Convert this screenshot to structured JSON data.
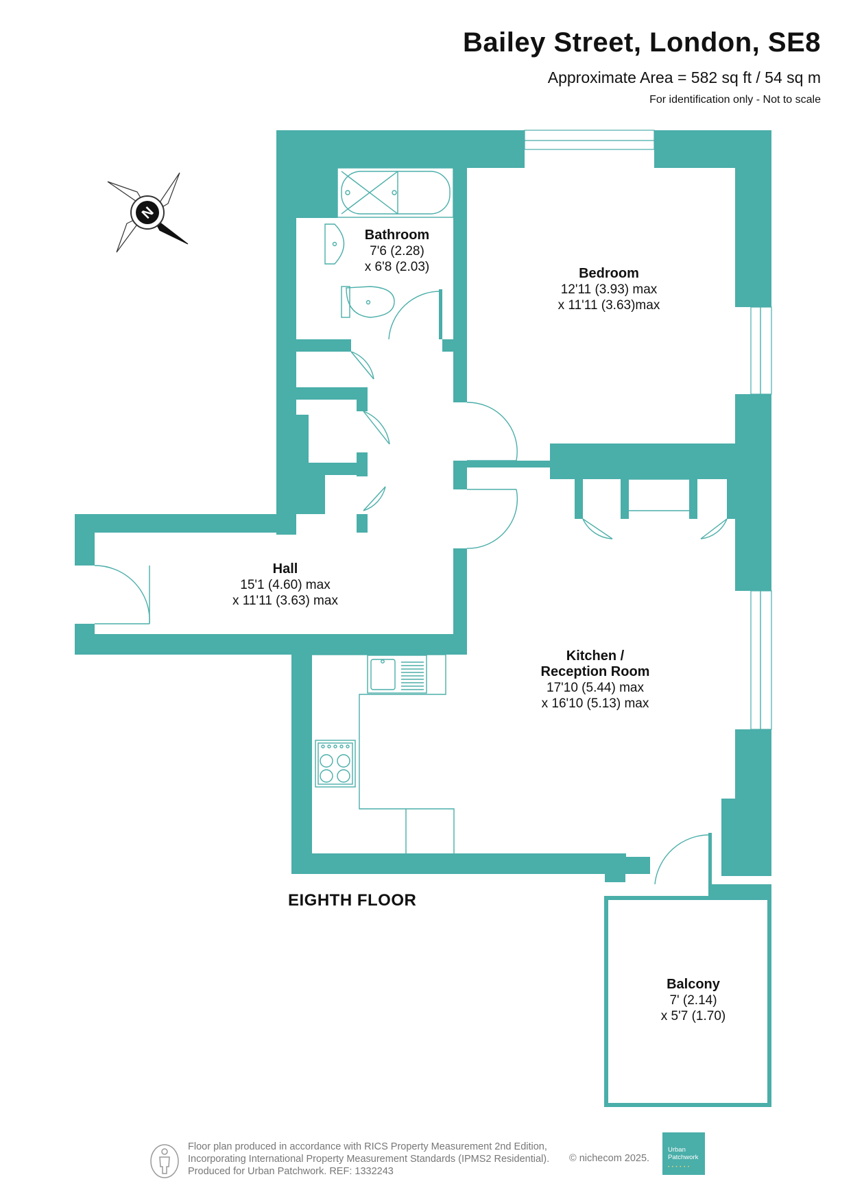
{
  "header": {
    "title": "Bailey Street, London, SE8",
    "area": "Approximate Area = 582 sq ft / 54 sq m",
    "note": "For identification only - Not to scale"
  },
  "rooms": {
    "bathroom": {
      "name": "Bathroom",
      "dim1": "7'6 (2.28)",
      "dim2": "x 6'8 (2.03)"
    },
    "bedroom": {
      "name": "Bedroom",
      "dim1": "12'11 (3.93) max",
      "dim2": "x 11'11 (3.63)max"
    },
    "hall": {
      "name": "Hall",
      "dim1": "15'1 (4.60) max",
      "dim2": "x 11'11 (3.63) max"
    },
    "kitchen": {
      "name1": "Kitchen /",
      "name2": "Reception Room",
      "dim1": "17'10 (5.44) max",
      "dim2": "x 16'10 (5.13) max"
    },
    "balcony": {
      "name": "Balcony",
      "dim1": "7' (2.14)",
      "dim2": "x 5'7 (1.70)"
    }
  },
  "compass": {
    "letter": "N"
  },
  "floor_label": "EIGHTH FLOOR",
  "footer": {
    "line1": "Floor plan produced in accordance with RICS Property Measurement 2nd Edition,",
    "line2": "Incorporating International Property Measurement Standards (IPMS2 Residential).",
    "line3": "Produced for Urban Patchwork.   REF:  1332243",
    "copyright": "© nichecom 2025."
  },
  "logo": {
    "line1": "Urban",
    "line2": "Patchwork"
  },
  "colors": {
    "wall": "#4aaea9",
    "fixture": "#4aaea9",
    "text": "#111111",
    "footer": "#777777"
  }
}
